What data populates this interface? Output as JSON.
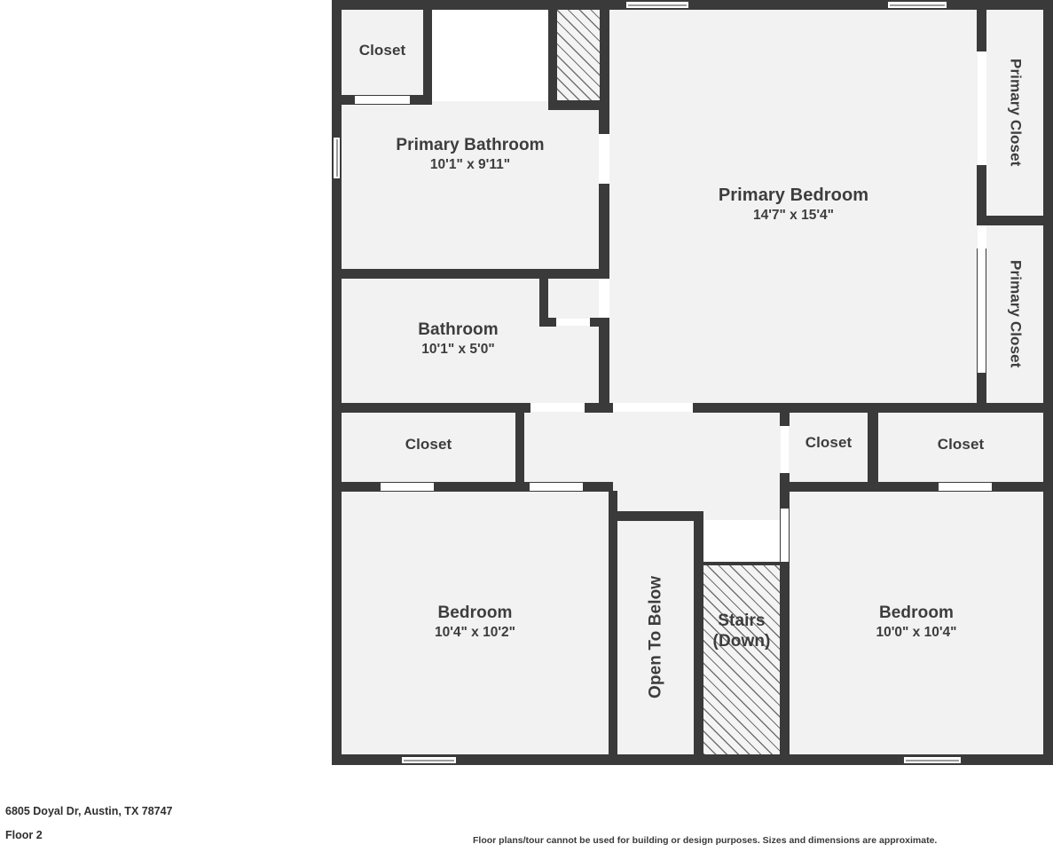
{
  "document": {
    "type": "floor-plan",
    "address": "6805 Doyal Dr, Austin, TX 78747",
    "floor_label": "Floor 2",
    "disclaimer": "Floor plans/tour cannot be used for building or design purposes. Sizes and dimensions are approximate."
  },
  "colors": {
    "wall": "#3a3a3a",
    "room_fill": "#f2f2f2",
    "text": "#3d3d3d",
    "background": "#ffffff",
    "hatch_line": "#5a5a5a"
  },
  "rooms": [
    {
      "id": "closet-top-left",
      "name": "Closet",
      "dimensions": ""
    },
    {
      "id": "primary-bathroom",
      "name": "Primary Bathroom",
      "dimensions": "10'1\" x 9'11\""
    },
    {
      "id": "primary-bedroom",
      "name": "Primary Bedroom",
      "dimensions": "14'7\" x 15'4\""
    },
    {
      "id": "primary-closet-upper",
      "name": "Primary Closet",
      "dimensions": ""
    },
    {
      "id": "primary-closet-lower",
      "name": "Primary Closet",
      "dimensions": ""
    },
    {
      "id": "bathroom",
      "name": "Bathroom",
      "dimensions": "10'1\" x 5'0\""
    },
    {
      "id": "closet-mid-left",
      "name": "Closet",
      "dimensions": ""
    },
    {
      "id": "closet-mid-right",
      "name": "Closet",
      "dimensions": ""
    },
    {
      "id": "closet-far-right",
      "name": "Closet",
      "dimensions": ""
    },
    {
      "id": "bedroom-left",
      "name": "Bedroom",
      "dimensions": "10'4\" x 10'2\""
    },
    {
      "id": "bedroom-right",
      "name": "Bedroom",
      "dimensions": "10'0\" x 10'4\""
    },
    {
      "id": "open-to-below",
      "name": "Open To Below",
      "dimensions": ""
    },
    {
      "id": "stairs",
      "name": "Stairs",
      "dimensions": "(Down)"
    }
  ]
}
